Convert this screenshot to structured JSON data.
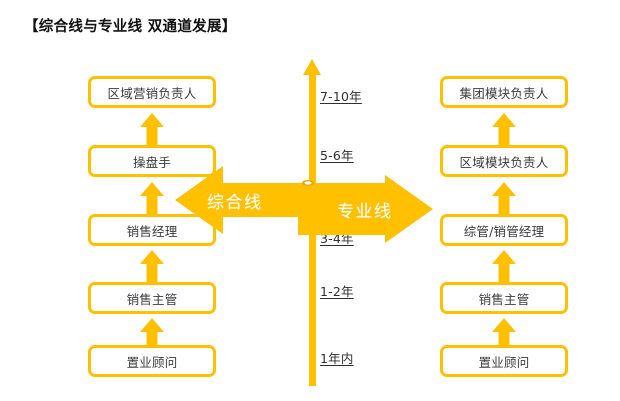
{
  "page": {
    "title": "【综合线与专业线  双通道发展】",
    "accent_color": "#FFC000",
    "box_text_color": "#3b3b3b",
    "banner_text_color": "#FFFFFF",
    "background": "#FFFFFF"
  },
  "left_track": {
    "banner_label": "综合线",
    "banner_direction": "left",
    "nodes": [
      {
        "label": "区域营销负责人"
      },
      {
        "label": "操盘手"
      },
      {
        "label": "销售经理"
      },
      {
        "label": "销售主管"
      },
      {
        "label": "置业顾问"
      }
    ]
  },
  "right_track": {
    "banner_label": "专业线",
    "banner_direction": "right",
    "nodes": [
      {
        "label": "集团模块负责人"
      },
      {
        "label": "区域模块负责人"
      },
      {
        "label": "综管/销管经理"
      },
      {
        "label": "销售主管"
      },
      {
        "label": "置业顾问"
      }
    ]
  },
  "timeline": {
    "labels": [
      {
        "text": "7-10年"
      },
      {
        "text": "5-6年"
      },
      {
        "text": "3-4年"
      },
      {
        "text": "1-2年"
      },
      {
        "text": "1年内"
      }
    ]
  }
}
